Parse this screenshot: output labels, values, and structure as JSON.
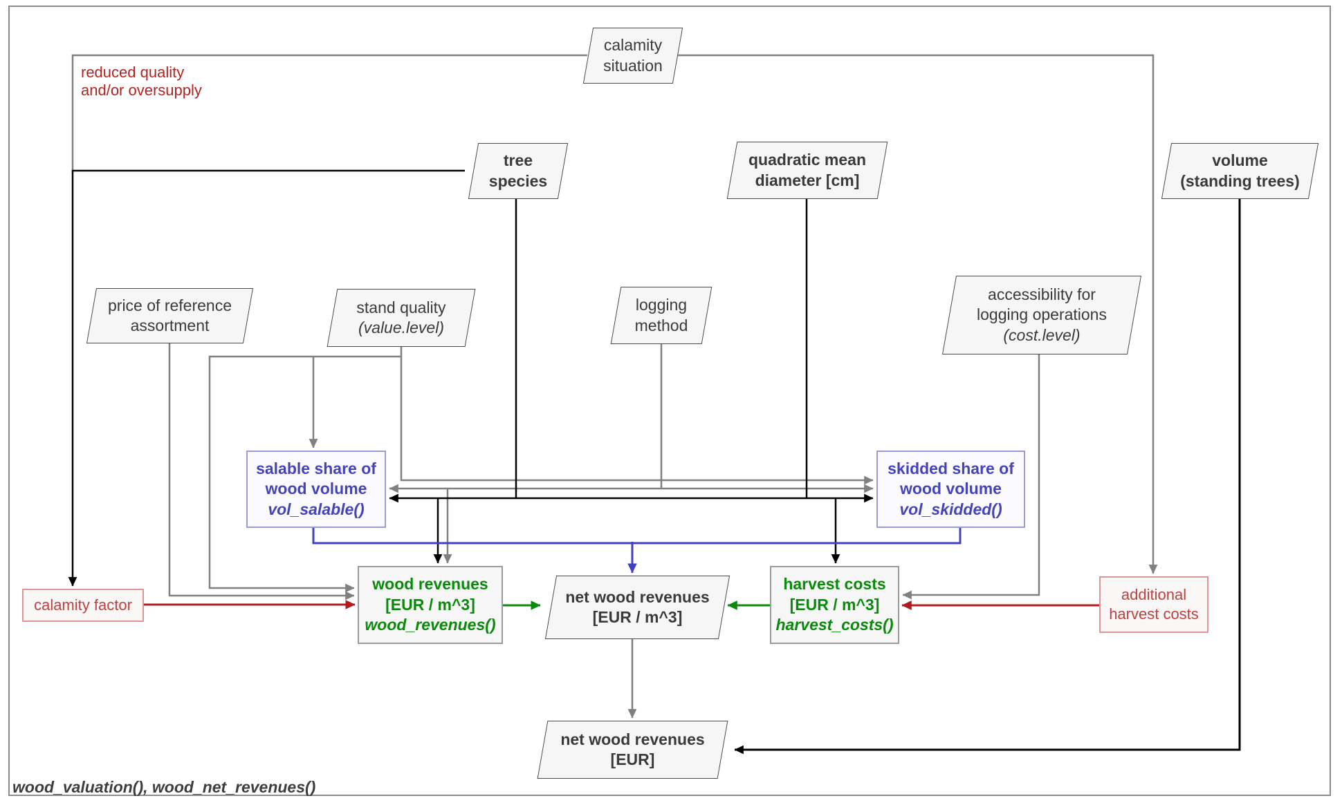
{
  "diagram": {
    "caption": "wood_valuation(), wood_net_revenues()",
    "edge_label": {
      "line1": "reduced quality",
      "line2": "and/or oversupply"
    },
    "nodes": {
      "calamity_situation": {
        "line1": "calamity",
        "line2": "situation"
      },
      "tree_species": {
        "line1": "tree",
        "line2": "species"
      },
      "quadratic_mean_diameter": {
        "line1": "quadratic mean",
        "line2": "diameter [cm]"
      },
      "volume_standing_trees": {
        "line1": "volume",
        "line2": "(standing trees)"
      },
      "price_of_reference_assortment": {
        "line1": "price of reference",
        "line2": "assortment"
      },
      "stand_quality": {
        "line1": "stand quality",
        "line2": "(value.level)"
      },
      "logging_method": {
        "line1": "logging",
        "line2": "method"
      },
      "accessibility": {
        "line1": "accessibility for",
        "line2": "logging operations",
        "line3": "(cost.level)"
      },
      "salable_share": {
        "line1": "salable share of",
        "line2": "wood volume",
        "line3": "vol_salable()"
      },
      "skidded_share": {
        "line1": "skidded share of",
        "line2": "wood volume",
        "line3": "vol_skidded()"
      },
      "wood_revenues": {
        "line1": "wood revenues",
        "line2": "[EUR / m^3]",
        "line3": "wood_revenues()"
      },
      "harvest_costs": {
        "line1": "harvest costs",
        "line2": "[EUR / m^3]",
        "line3": "harvest_costs()"
      },
      "net_wood_revenues_m3": {
        "line1": "net wood revenues",
        "line2": "[EUR / m^3]"
      },
      "calamity_factor": {
        "label": "calamity factor"
      },
      "additional_harvest_costs": {
        "line1": "additional",
        "line2": "harvest costs"
      },
      "net_wood_revenues_eur": {
        "line1": "net wood revenues",
        "line2": "[EUR]"
      }
    },
    "colors": {
      "edge_gray": "#808080",
      "edge_black": "#000000",
      "edge_blue": "#4040c0",
      "edge_red": "#b01b1b",
      "edge_green": "#0a8a0a",
      "text_dark": "#3a3a3a",
      "text_blue": "#4444b8",
      "text_green": "#0a8a0a",
      "text_red": "#c04040",
      "label_red": "#b52222"
    }
  }
}
